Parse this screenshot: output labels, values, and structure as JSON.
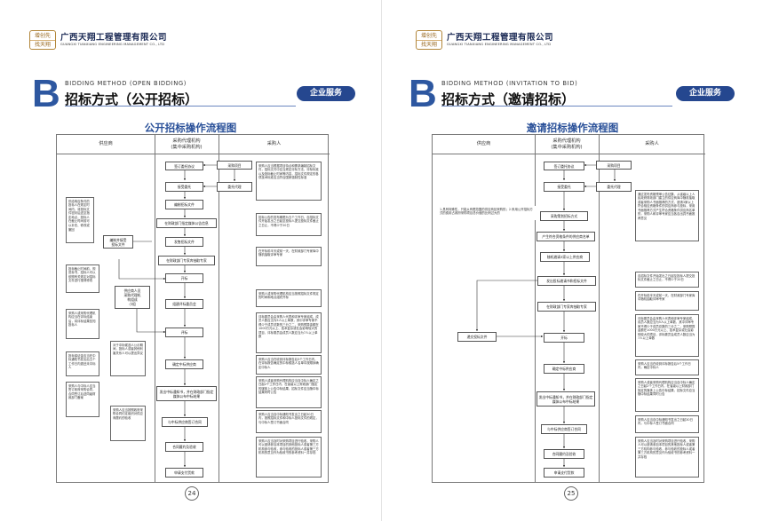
{
  "company": {
    "seal_line1": "增创先",
    "seal_line2": "找天翔",
    "name_cn": "广西天翔工程管理有限公司",
    "name_en": "GUANGXI TIANXIANG ENGINEERING MANAGEMENT CO., LTD"
  },
  "left": {
    "letter": "B",
    "heading_en": "BIDDING METHOD (OPEN BIDDING)",
    "heading_cn": "招标方式（公开招标）",
    "badge": "企业服务",
    "flow_title": "公开招标操作流程图",
    "columns": [
      "供应商",
      "采购代理机构\n(集中采购机构)",
      "采购人"
    ],
    "boxes": [
      "签订委托协议",
      "采购项目",
      "接受委托",
      "委托代理",
      "编制招标文件",
      "在财政部门指定媒体公告信息",
      "发售招标文件",
      "编制并接受\n投标文件",
      "在财政部门专家库抽取专家",
      "开标",
      "供应商人员\n采购代理机\n构组成\n小组",
      "组建评标委员会",
      "评标",
      "确定中标供应商",
      "发出中标通知书，并在财政部门指定媒体公布中标结果",
      "与中标供应商签订合同",
      "合同履约及验收",
      "申请支付货款"
    ],
    "notes_left": [
      "供给响应条件的投标人在规定时间内，将投标文件密封后送至指定地点，投标人在截止时间前可以补充、修改或撤回",
      "投标截止时间前，规范标书，招标人可以依照有关规定对招标文件进行澄清修改",
      "采购人或采购代理机构应当在评标结束后，将评标结果告知投标人",
      "对于中标候选人公示期间，投标人或者其他利害关系人可以提出异议",
      "投标保证金应当在中标通知书发出后五个工作日内退还未中标人",
      "采购人与中标人应当签订政府采购合同，合同签订后送同级财政部门备案",
      "采购人应当按照政府采购合同约定组织对供应商履约的验收"
    ],
    "notes_right": [
      "采购人应当根据项目特点和需求编制招标文件，招标文件中应当规定评标方法、评标标准以及投标截止时间等内容，招标文件规定的各项技术标准应当符合国家强制性标准",
      "招标公告的发布期限为五个工作日，自招标文件开始发出之日起至投标人提交投标文件截止之日止，不得少于20日",
      "在开标前半天或前一天，在财政部门专家库中随机抽取评审专家",
      "采购人或采购代理机构应当按照招标文件规定的时间和地点组织开标",
      "评标委员会由采购人代表和评审专家组成，成员人数应当为5人以上单数，其中评审专家不得少于成员总数的三分之二，采购预算金额在1000万元以上、技术复杂或社会影响较大的项目，评标委员会成员人数应当为7人以上单数",
      "采购人应当在收到评标报告后5个工作日内，在评标报告确定的中标候选人名单中按顺序确定中标人",
      "采购人或者采购代理机构应当自中标人确定之日起2个工作日内，在省级以上财政部门指定的媒体上公告中标结果，招标文件应当随中标结果同时公告",
      "采购人应当自中标通知书发出之日起30日内，按照招标文件和中标人投标文件的规定，与中标人签订书面合同",
      "采购人应当及时对采购项目进行验收，采购人可以邀请参加本项目的其他投标人或者第三方机构参与验收，参与验收的投标人或者第三方机构的意见作为验收书的参考资料一并存档"
    ],
    "page_number": "24"
  },
  "right": {
    "letter": "B",
    "heading_en": "BIDDING METHOD (INVITATION TO BID)",
    "heading_cn": "招标方式（邀请招标）",
    "badge": "企业服务",
    "flow_title": "邀请招标操作流程图",
    "columns": [
      "供应商",
      "采购代理机构\n(集中采购机构)",
      "采购人"
    ],
    "boxes": [
      "签订委托协议",
      "采购项目",
      "接受委托",
      "委托代理",
      "采购策划招标方式",
      "产生符合资格条件的供应商名单",
      "随机邀请3家以上供应商",
      "发出投标邀请书和招标文件",
      "在财政部门专家库抽取专家",
      "递交投标文件",
      "开标",
      "确定中标供应商",
      "发出中标通知书，并在财政部门指定媒体公布中标结果",
      "与中标供应商签订合同",
      "合同履约及验收",
      "申请支付货款"
    ],
    "notes_left": [
      "1.具有特殊性，只能从有限范围的供应商处采购的；2.采用公开招标方式的费用占政府采购项目总价值的比例过大的"
    ],
    "notes_right": [
      "通过发布资格预审公告征集、从省级以上人民政府财政部门建立的供应商库中随机抽取或者采购人书面推荐的方式，邀请3家以上符合相应资格条件的供应商参与投标，采用书面推荐方式产生符合资格条件供应商名单的，采购人和评审专家应当各自出具书面推荐意见",
      "自招标文件开始发出之日起至投标人提交投标文件截止之日止，不得少于20日",
      "在开标前半天或前一天，在财政部门专家库中随机抽取评审专家",
      "评标委员会由采购人代表和评审专家组成，成员人数应当为5人以上单数，其中评审专家不得少于成员总数的三分之二，采购预算金额在1000万元以上、技术复杂或社会影响较大的项目，评标委员会成员人数应当为7人以上单数",
      "采购人应当在收到评标报告后5个工作日内，确定中标人",
      "采购人或者采购代理机构应当自中标人确定之日起2个工作日内，在省级以上财政部门指定的媒体上公告中标结果，招标文件应当随中标结果同时公告",
      "采购人应当自中标通知书发出之日起30日内，与中标人签订书面合同",
      "采购人应当及时对采购项目进行验收，采购人可以邀请参加本项目的其他投标人或者第三方机构参与验收，参与验收的投标人或者第三方机构的意见作为验收书的参考资料一并存档"
    ],
    "page_number": "25"
  }
}
